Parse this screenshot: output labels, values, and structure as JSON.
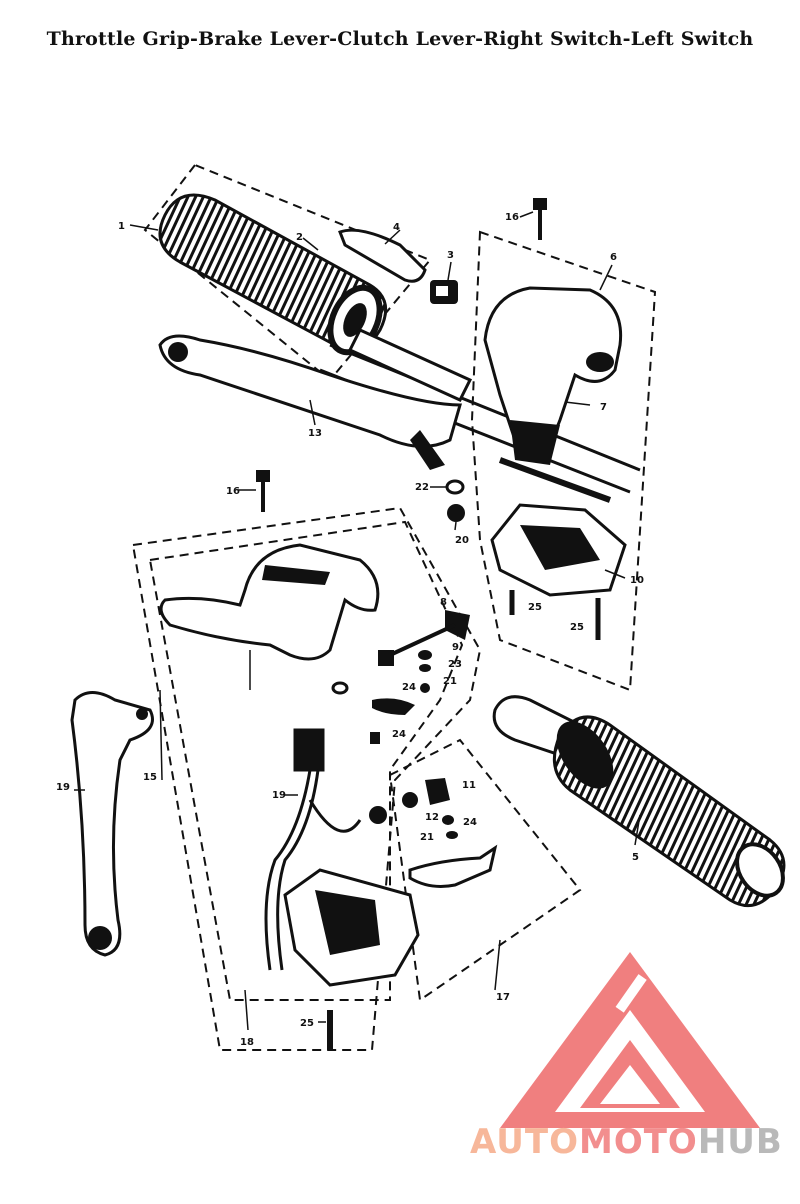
{
  "title": "Throttle Grip-Brake Lever-Clutch Lever-Right Switch-Left Switch",
  "part_labels": {
    "p1": "1",
    "p2": "2",
    "p3": "3",
    "p4": "4",
    "p5": "5",
    "p6": "6",
    "p7": "7",
    "p8": "8",
    "p9": "9",
    "p10": "10",
    "p11": "11",
    "p12": "12",
    "p13": "13",
    "p15": "15",
    "p16": "16",
    "p16b": "16",
    "p17": "17",
    "p18": "18",
    "p19": "19",
    "p19b": "19",
    "p20": "20",
    "p21": "21",
    "p21b": "21",
    "p22": "22",
    "p23": "23",
    "p24a": "24",
    "p24b": "24",
    "p24c": "24",
    "p25a": "25",
    "p25b": "25",
    "p25c": "25"
  },
  "watermark": {
    "part1": "AUTO",
    "part2": "MOTO",
    "part3": "HUB"
  },
  "colors": {
    "ink": "#111111",
    "logo_red": "#f07f7f",
    "logo_peach": "#f7b79a",
    "logo_gray": "#b9b9b9"
  }
}
